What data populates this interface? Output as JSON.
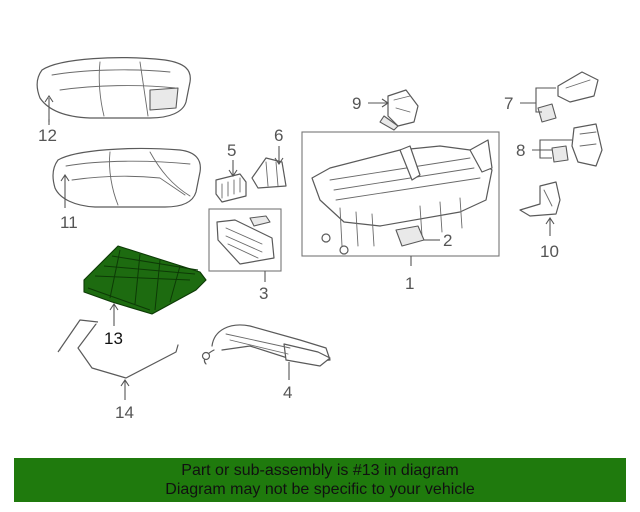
{
  "labels": {
    "p1": "1",
    "p2": "2",
    "p3": "3",
    "p4": "4",
    "p5": "5",
    "p6": "6",
    "p7": "7",
    "p8": "8",
    "p9": "9",
    "p10": "10",
    "p11": "11",
    "p12": "12",
    "p13": "13",
    "p14": "14"
  },
  "highlight_part": "13",
  "colors": {
    "highlight": "#1d6b10",
    "banner": "#1f7a0d",
    "line": "#5a5a5a"
  },
  "banner": {
    "line1": "Part or sub-assembly is #13 in diagram",
    "line2": "Diagram may not be specific to your vehicle"
  }
}
